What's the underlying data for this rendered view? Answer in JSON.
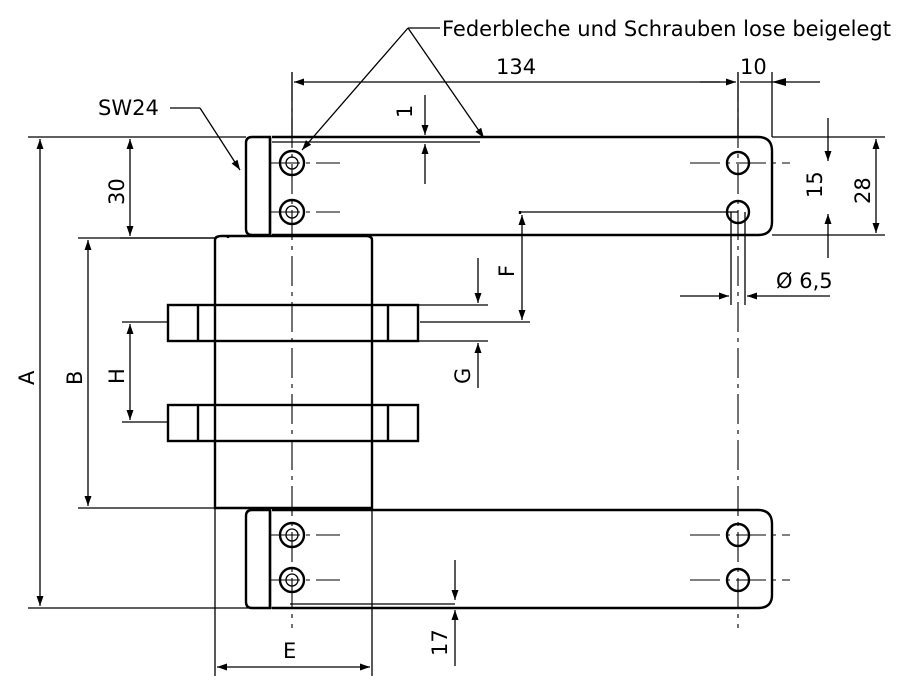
{
  "note": "Federbleche und Schrauben lose beigelegt",
  "wrench": "SW24",
  "dims": {
    "d134": "134",
    "d10": "10",
    "d1": "1",
    "d30": "30",
    "d15": "15",
    "d28": "28",
    "dia": "Ø 6,5",
    "A": "A",
    "B": "B",
    "H": "H",
    "F": "F",
    "G": "G",
    "E": "E",
    "d17": "17"
  }
}
